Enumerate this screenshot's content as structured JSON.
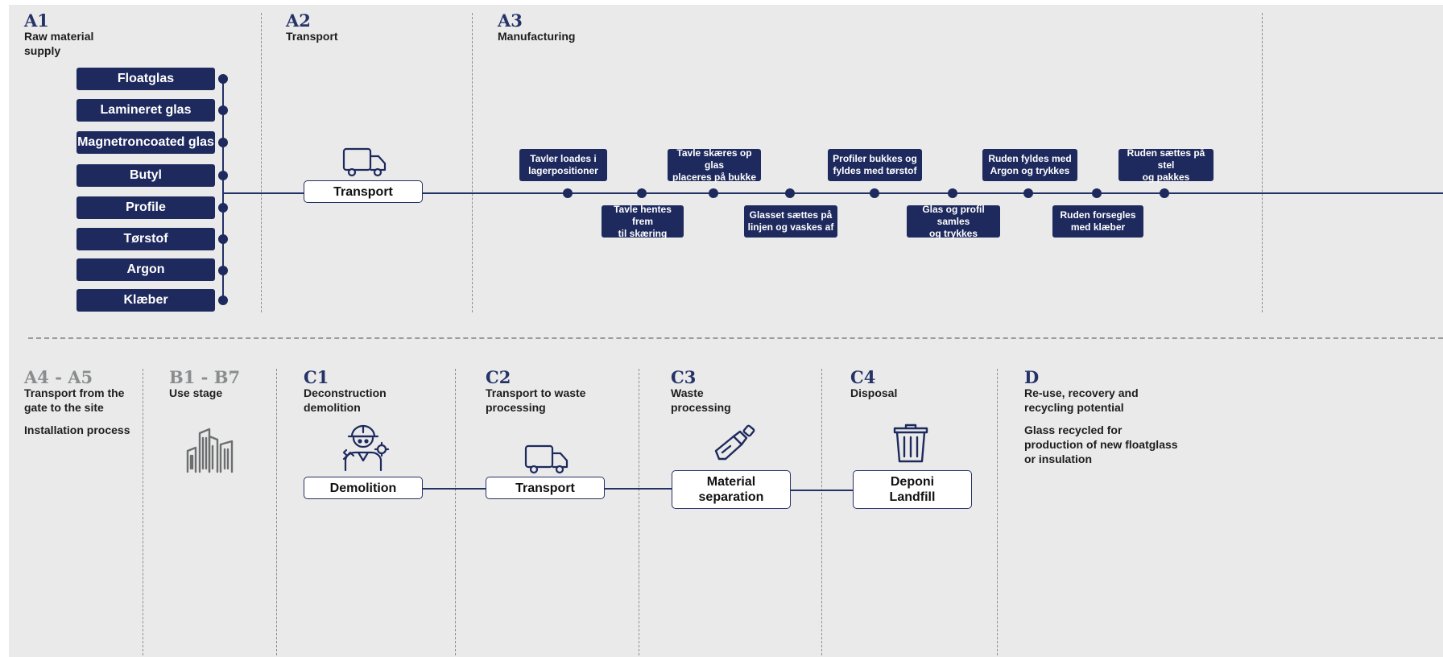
{
  "top": {
    "a1": {
      "code": "A1",
      "line1": "Raw material",
      "line2": "supply"
    },
    "a2": {
      "code": "A2",
      "label": "Transport"
    },
    "a3": {
      "code": "A3",
      "label": "Manufacturing"
    },
    "materials": [
      "Floatglas",
      "Lamineret glas",
      "Magnetroncoated glas",
      "Butyl",
      "Profile",
      "Tørstof",
      "Argon",
      "Klæber"
    ],
    "transport_label": "Transport",
    "steps_upper": [
      {
        "l1": "Tavler loades i",
        "l2": "lagerpositioner"
      },
      {
        "l1": "Tavle skæres op glas",
        "l2": "placeres på bukke"
      },
      {
        "l1": "Profiler bukkes og",
        "l2": "fyldes med tørstof"
      },
      {
        "l1": "Ruden fyldes med",
        "l2": "Argon og trykkes"
      },
      {
        "l1": "Ruden sættes på stel",
        "l2": "og pakkes"
      }
    ],
    "steps_lower": [
      {
        "l1": "Tavle hentes frem",
        "l2": "til skæring"
      },
      {
        "l1": "Glasset sættes på",
        "l2": "linjen og vaskes af"
      },
      {
        "l1": "Glas og profil samles",
        "l2": "og trykkes"
      },
      {
        "l1": "Ruden forsegles",
        "l2": "med klæber"
      }
    ]
  },
  "bottom": {
    "a4": {
      "code": "A4 - A5",
      "line1": "Transport from the",
      "line2": "gate to the site",
      "line3": "Installation process"
    },
    "b": {
      "code": "B1 - B7",
      "line1": "Use stage"
    },
    "c1": {
      "code": "C1",
      "line1": "Deconstruction",
      "line2": "demolition",
      "box": "Demolition"
    },
    "c2": {
      "code": "C2",
      "line1": "Transport to waste",
      "line2": "processing",
      "box": "Transport"
    },
    "c3": {
      "code": "C3",
      "line1": "Waste",
      "line2": "processing",
      "box1": "Material",
      "box2": "separation"
    },
    "c4": {
      "code": "C4",
      "line1": "Disposal",
      "box1": "Deponi",
      "box2": "Landfill"
    },
    "d": {
      "code": "D",
      "line1": "Re-use, recovery and",
      "line2": "recycling potential",
      "line3": "Glass recycled for",
      "line4": "production of new floatglass",
      "line5": "or insulation"
    }
  },
  "icons": [
    "truck-icon",
    "truck-icon",
    "buildings-icon",
    "worker-icon",
    "grinder-icon",
    "trash-bin-icon"
  ],
  "colors": {
    "navy": "#1e2a5e",
    "background": "#e9eae9",
    "grey_code": "#8a8c8e"
  }
}
